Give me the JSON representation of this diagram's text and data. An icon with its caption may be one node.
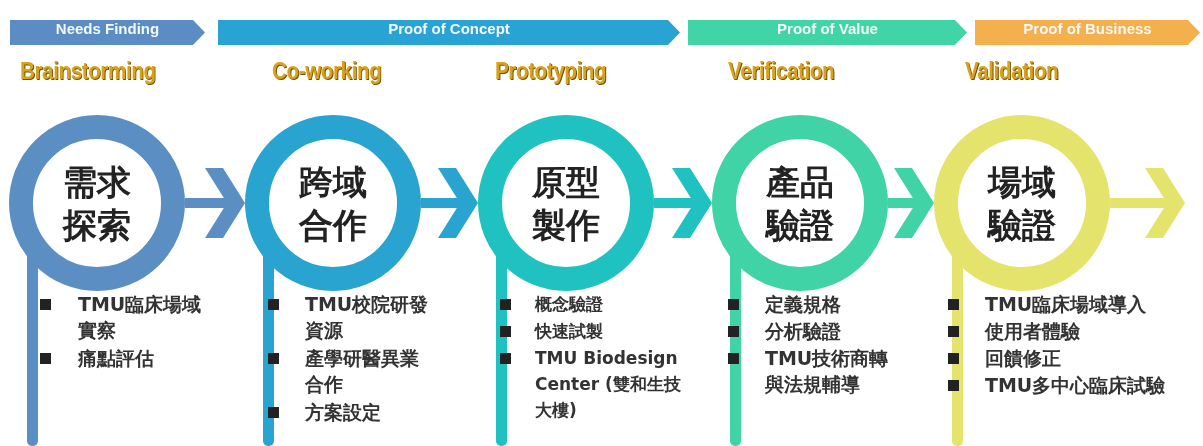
{
  "diagram": {
    "nodes": [
      {
        "text": [
          "Needs Finding"
        ]
      },
      {
        "text": [
          "Proof of Concept"
        ]
      },
      {
        "text": [
          "Proof of Value"
        ]
      },
      {
        "text": [
          "Proof of Business"
        ]
      },
      {
        "text": [
          "需求探索"
        ]
      },
      {
        "text": [
          "跨域合作"
        ]
      },
      {
        "text": [
          "原型製作"
        ]
      },
      {
        "text": [
          "產品驗證"
        ]
      },
      {
        "text": [
          "場域驗證"
        ]
      }
    ],
    "edges": [
      {
        "from": 4,
        "to": 5,
        "arrow": "to",
        "color": "#5b8fc4"
      },
      {
        "from": 5,
        "to": 6,
        "arrow": "to",
        "color": "#29a3d0"
      },
      {
        "from": 6,
        "to": 7,
        "arrow": "to",
        "color": "#1fc2c0"
      },
      {
        "from": 7,
        "to": 8,
        "arrow": "to",
        "color": "#3fd3a6"
      },
      {
        "from": 8,
        "to": null,
        "arrow": "to",
        "color": "#e4e36c"
      }
    ],
    "labels": [
      "Brainstorming",
      "Co-working",
      "Prototyping",
      "Verification",
      "Validation",
      "TMU臨床場域實察",
      "痛點評估",
      "TMU校院研發資源",
      "產學研醫異業合作",
      "方案設定",
      "概念驗證",
      "快速試製",
      "TMU Biodesign Center (雙和生技大樓)",
      "定義規格",
      "分析驗證",
      "TMU技術商轉與法規輔導",
      "TMU臨床場域導入",
      "使用者體驗",
      "回饋修正",
      "TMU多中心臨床試驗"
    ]
  }
}
